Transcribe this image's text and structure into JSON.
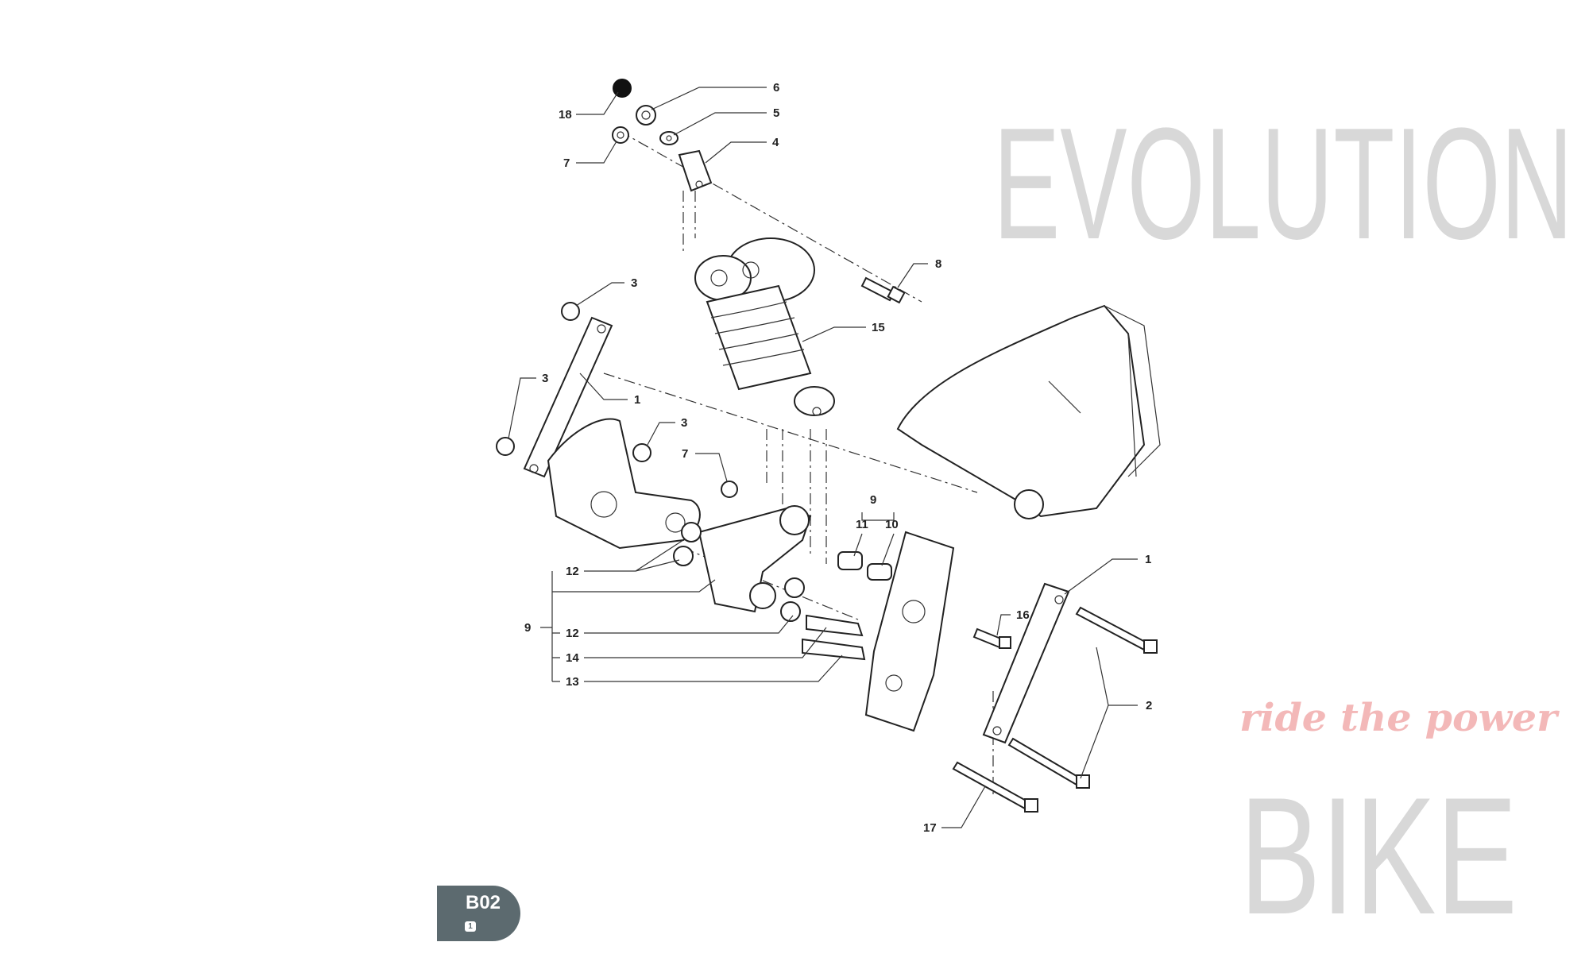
{
  "watermark": {
    "word1": "EVOLUTION",
    "word2": "BIKE",
    "tagline": "ride the power"
  },
  "badge": {
    "code": "B02",
    "sheet": "1"
  },
  "callouts": {
    "c18": "18",
    "c6": "6",
    "c5": "5",
    "c7a": "7",
    "c4": "4",
    "c8": "8",
    "c3a": "3",
    "c15": "15",
    "c3b": "3",
    "c1a": "1",
    "c3c": "3",
    "c7b": "7",
    "c9a": "9",
    "c11": "11",
    "c10": "10",
    "c12a": "12",
    "c1b": "1",
    "c16": "16",
    "c9b": "9",
    "c12b": "12",
    "c14": "14",
    "c13": "13",
    "c2": "2",
    "c17": "17"
  }
}
